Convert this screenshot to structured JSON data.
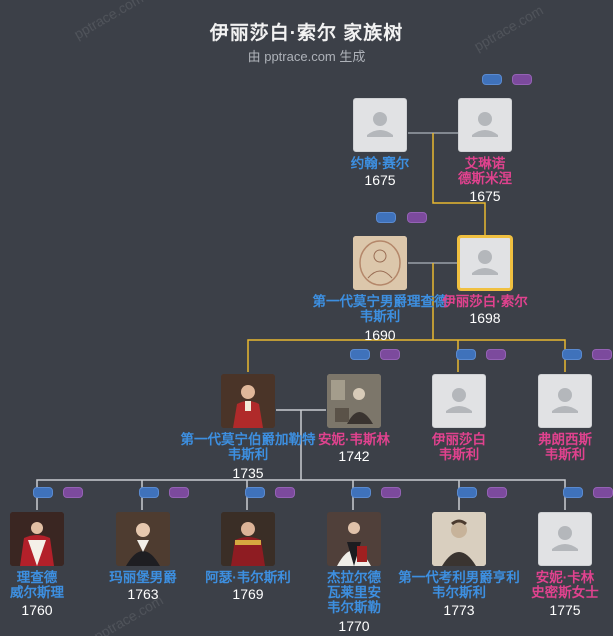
{
  "header": {
    "title": "伊丽莎白·索尔 家族树",
    "subtitle": "由 pptrace.com 生成",
    "watermark": "pptrace.com"
  },
  "colors": {
    "male": "#3d8fe0",
    "female": "#e0428e",
    "line": "#9aa0a8",
    "focus_line": "#e8b830"
  },
  "people": [
    {
      "id": "yuehan",
      "name_lines": [
        "约翰·赛尔"
      ],
      "year": "1675",
      "gender": "male",
      "photo": "placeholder"
    },
    {
      "id": "ailinnuo",
      "name_lines": [
        "艾琳诺",
        "德斯米涅"
      ],
      "year": "1675",
      "gender": "female",
      "photo": "placeholder"
    },
    {
      "id": "mowning1",
      "name_lines": [
        "第一代莫宁男爵理查德",
        "韦斯利"
      ],
      "year": "1690",
      "gender": "male",
      "photo": "sketch"
    },
    {
      "id": "elizabeth",
      "name_lines": [
        "伊丽莎白·索尔"
      ],
      "year": "1698",
      "gender": "female",
      "photo": "placeholder-focus"
    },
    {
      "id": "garret",
      "name_lines": [
        "第一代莫宁伯爵加勒特",
        "韦斯利"
      ],
      "year": "1735",
      "gender": "male",
      "photo": "portrait-red"
    },
    {
      "id": "anne",
      "name_lines": [
        "安妮·韦斯林"
      ],
      "year": "1742",
      "gender": "female",
      "photo": "portrait-seated"
    },
    {
      "id": "elizabeth2",
      "name_lines": [
        "伊丽莎白",
        "韦斯利"
      ],
      "year": "",
      "gender": "female",
      "photo": "placeholder"
    },
    {
      "id": "frances",
      "name_lines": [
        "弗朗西斯",
        "韦斯利"
      ],
      "year": "",
      "gender": "female",
      "photo": "placeholder"
    },
    {
      "id": "richard",
      "name_lines": [
        "理查德",
        "威尔斯理"
      ],
      "year": "1760",
      "gender": "male",
      "photo": "portrait-robes"
    },
    {
      "id": "maryborough",
      "name_lines": [
        "玛丽堡男爵"
      ],
      "year": "1763",
      "gender": "male",
      "photo": "portrait-white"
    },
    {
      "id": "arthur",
      "name_lines": [
        "阿瑟·韦尔斯利"
      ],
      "year": "1769",
      "gender": "male",
      "photo": "portrait-military"
    },
    {
      "id": "gerald",
      "name_lines": [
        "杰拉尔德",
        "瓦莱里安",
        "韦尔斯勒"
      ],
      "year": "1770",
      "gender": "male",
      "photo": "portrait-cleric"
    },
    {
      "id": "henry",
      "name_lines": [
        "第一代考利男爵亨利",
        "韦尔斯利"
      ],
      "year": "1773",
      "gender": "male",
      "photo": "sketch-man"
    },
    {
      "id": "annekarin",
      "name_lines": [
        "安妮·卡林",
        "史密斯女士"
      ],
      "year": "1775",
      "gender": "female",
      "photo": "placeholder"
    }
  ]
}
